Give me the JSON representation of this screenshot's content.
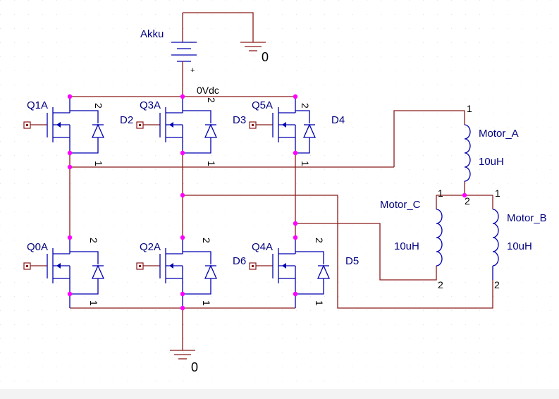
{
  "battery": {
    "name": "Akku",
    "value": "0Vdc",
    "minus": "-",
    "plus": "+"
  },
  "grounds": {
    "top": "0",
    "bottom": "0"
  },
  "transistors": {
    "q1": "Q1A",
    "q3": "Q3A",
    "q5": "Q5A",
    "q0": "Q0A",
    "q2": "Q2A",
    "q4": "Q4A"
  },
  "diodes": {
    "d2": "D2",
    "d3": "D3",
    "d4": "D4",
    "d5": "D5",
    "d6": "D6"
  },
  "pins": {
    "one": "1",
    "two": "2"
  },
  "motors": {
    "a": {
      "name": "Motor_A",
      "value": "10uH"
    },
    "b": {
      "name": "Motor_B",
      "value": "10uH"
    },
    "c": {
      "name": "Motor_C",
      "value": "10uH"
    }
  },
  "colors": {
    "wire": "#8b1a1a",
    "device": "#0000b0",
    "junction": "#ff00ff",
    "text": "#000080"
  }
}
